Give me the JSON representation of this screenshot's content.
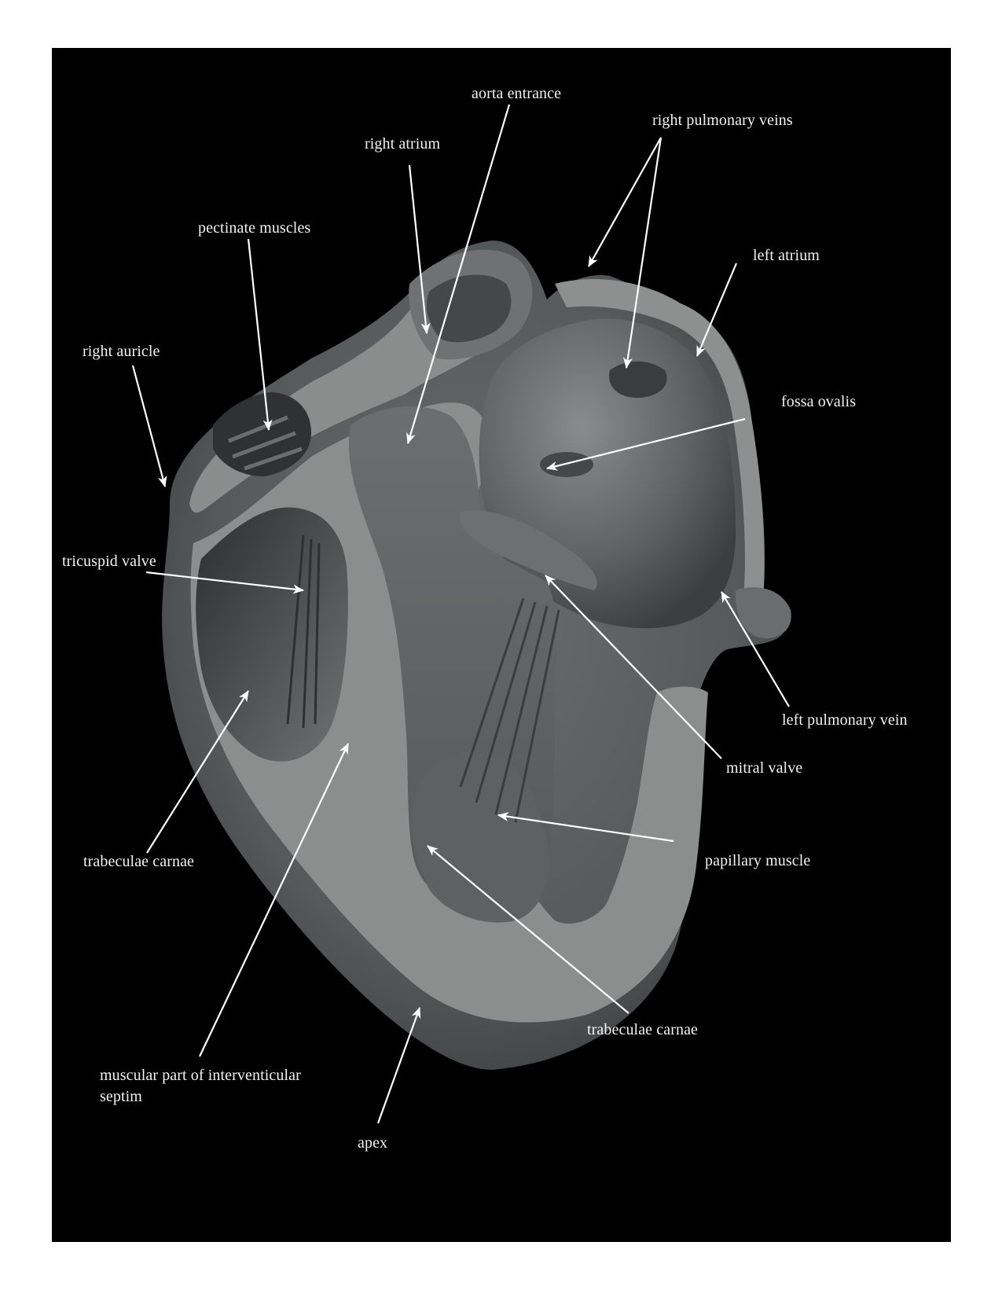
{
  "labels": {
    "aorta_entrance": "aorta entrance",
    "right_pulmonary_veins": "right pulmonary veins",
    "right_atrium": "right atrium",
    "pectinate_muscles": "pectinate muscles",
    "left_atrium": "left atrium",
    "right_auricle": "right auricle",
    "fossa_ovalis": "fossa ovalis",
    "tricuspid_valve": "tricuspid valve",
    "left_pulmonary_vein": "left pulmonary vein",
    "mitral_valve": "mitral valve",
    "trabeculae_carnae_left": "trabeculae carnae",
    "papillary_muscle": "papillary muscle",
    "trabeculae_carnae_bottom": "trabeculae carnae",
    "muscular_septum": "muscular part of interventicular septim",
    "apex": "apex"
  },
  "colors": {
    "background": "#000000",
    "page": "#ffffff",
    "label_text": "#f2f2f2",
    "pointer": "#ffffff",
    "wall_outer": "#565a5b",
    "wall_cut": "#8b8c8c",
    "cavity": "#3a3b3c"
  }
}
